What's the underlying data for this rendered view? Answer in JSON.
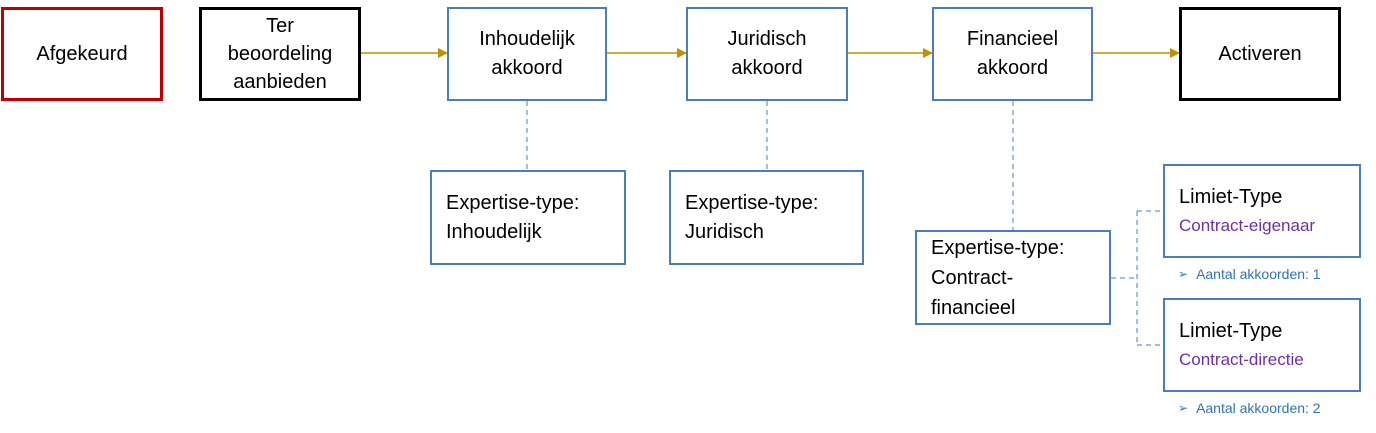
{
  "flow": {
    "afgekeurd": "Afgekeurd",
    "ter_line1": "Ter",
    "ter_line2": "beoordeling",
    "ter_line3": "aanbieden",
    "inhoudelijk_line1": "Inhoudelijk",
    "inhoudelijk_line2": "akkoord",
    "juridisch_line1": "Juridisch",
    "juridisch_line2": "akkoord",
    "financieel_line1": "Financieel",
    "financieel_line2": "akkoord",
    "activeren": "Activeren"
  },
  "expertise": {
    "inhoudelijk_line1": "Expertise-type:",
    "inhoudelijk_line2": "Inhoudelijk",
    "juridisch_line1": "Expertise-type:",
    "juridisch_line2": "Juridisch",
    "financieel_line1": "Expertise-type:",
    "financieel_line2": "Contract-",
    "financieel_line3": "financieel"
  },
  "limits": [
    {
      "title": "Limiet-Type",
      "value": "Contract-eigenaar",
      "note": "Aantal akkoorden: 1"
    },
    {
      "title": "Limiet-Type",
      "value": "Contract-directie",
      "note": "Aantal akkoorden: 2"
    }
  ],
  "colors": {
    "arrow": "#bf9000",
    "blue_border": "#4a7ebb",
    "red_border": "#c00000",
    "purple_text": "#7030a0",
    "note_text": "#2e75b6"
  }
}
